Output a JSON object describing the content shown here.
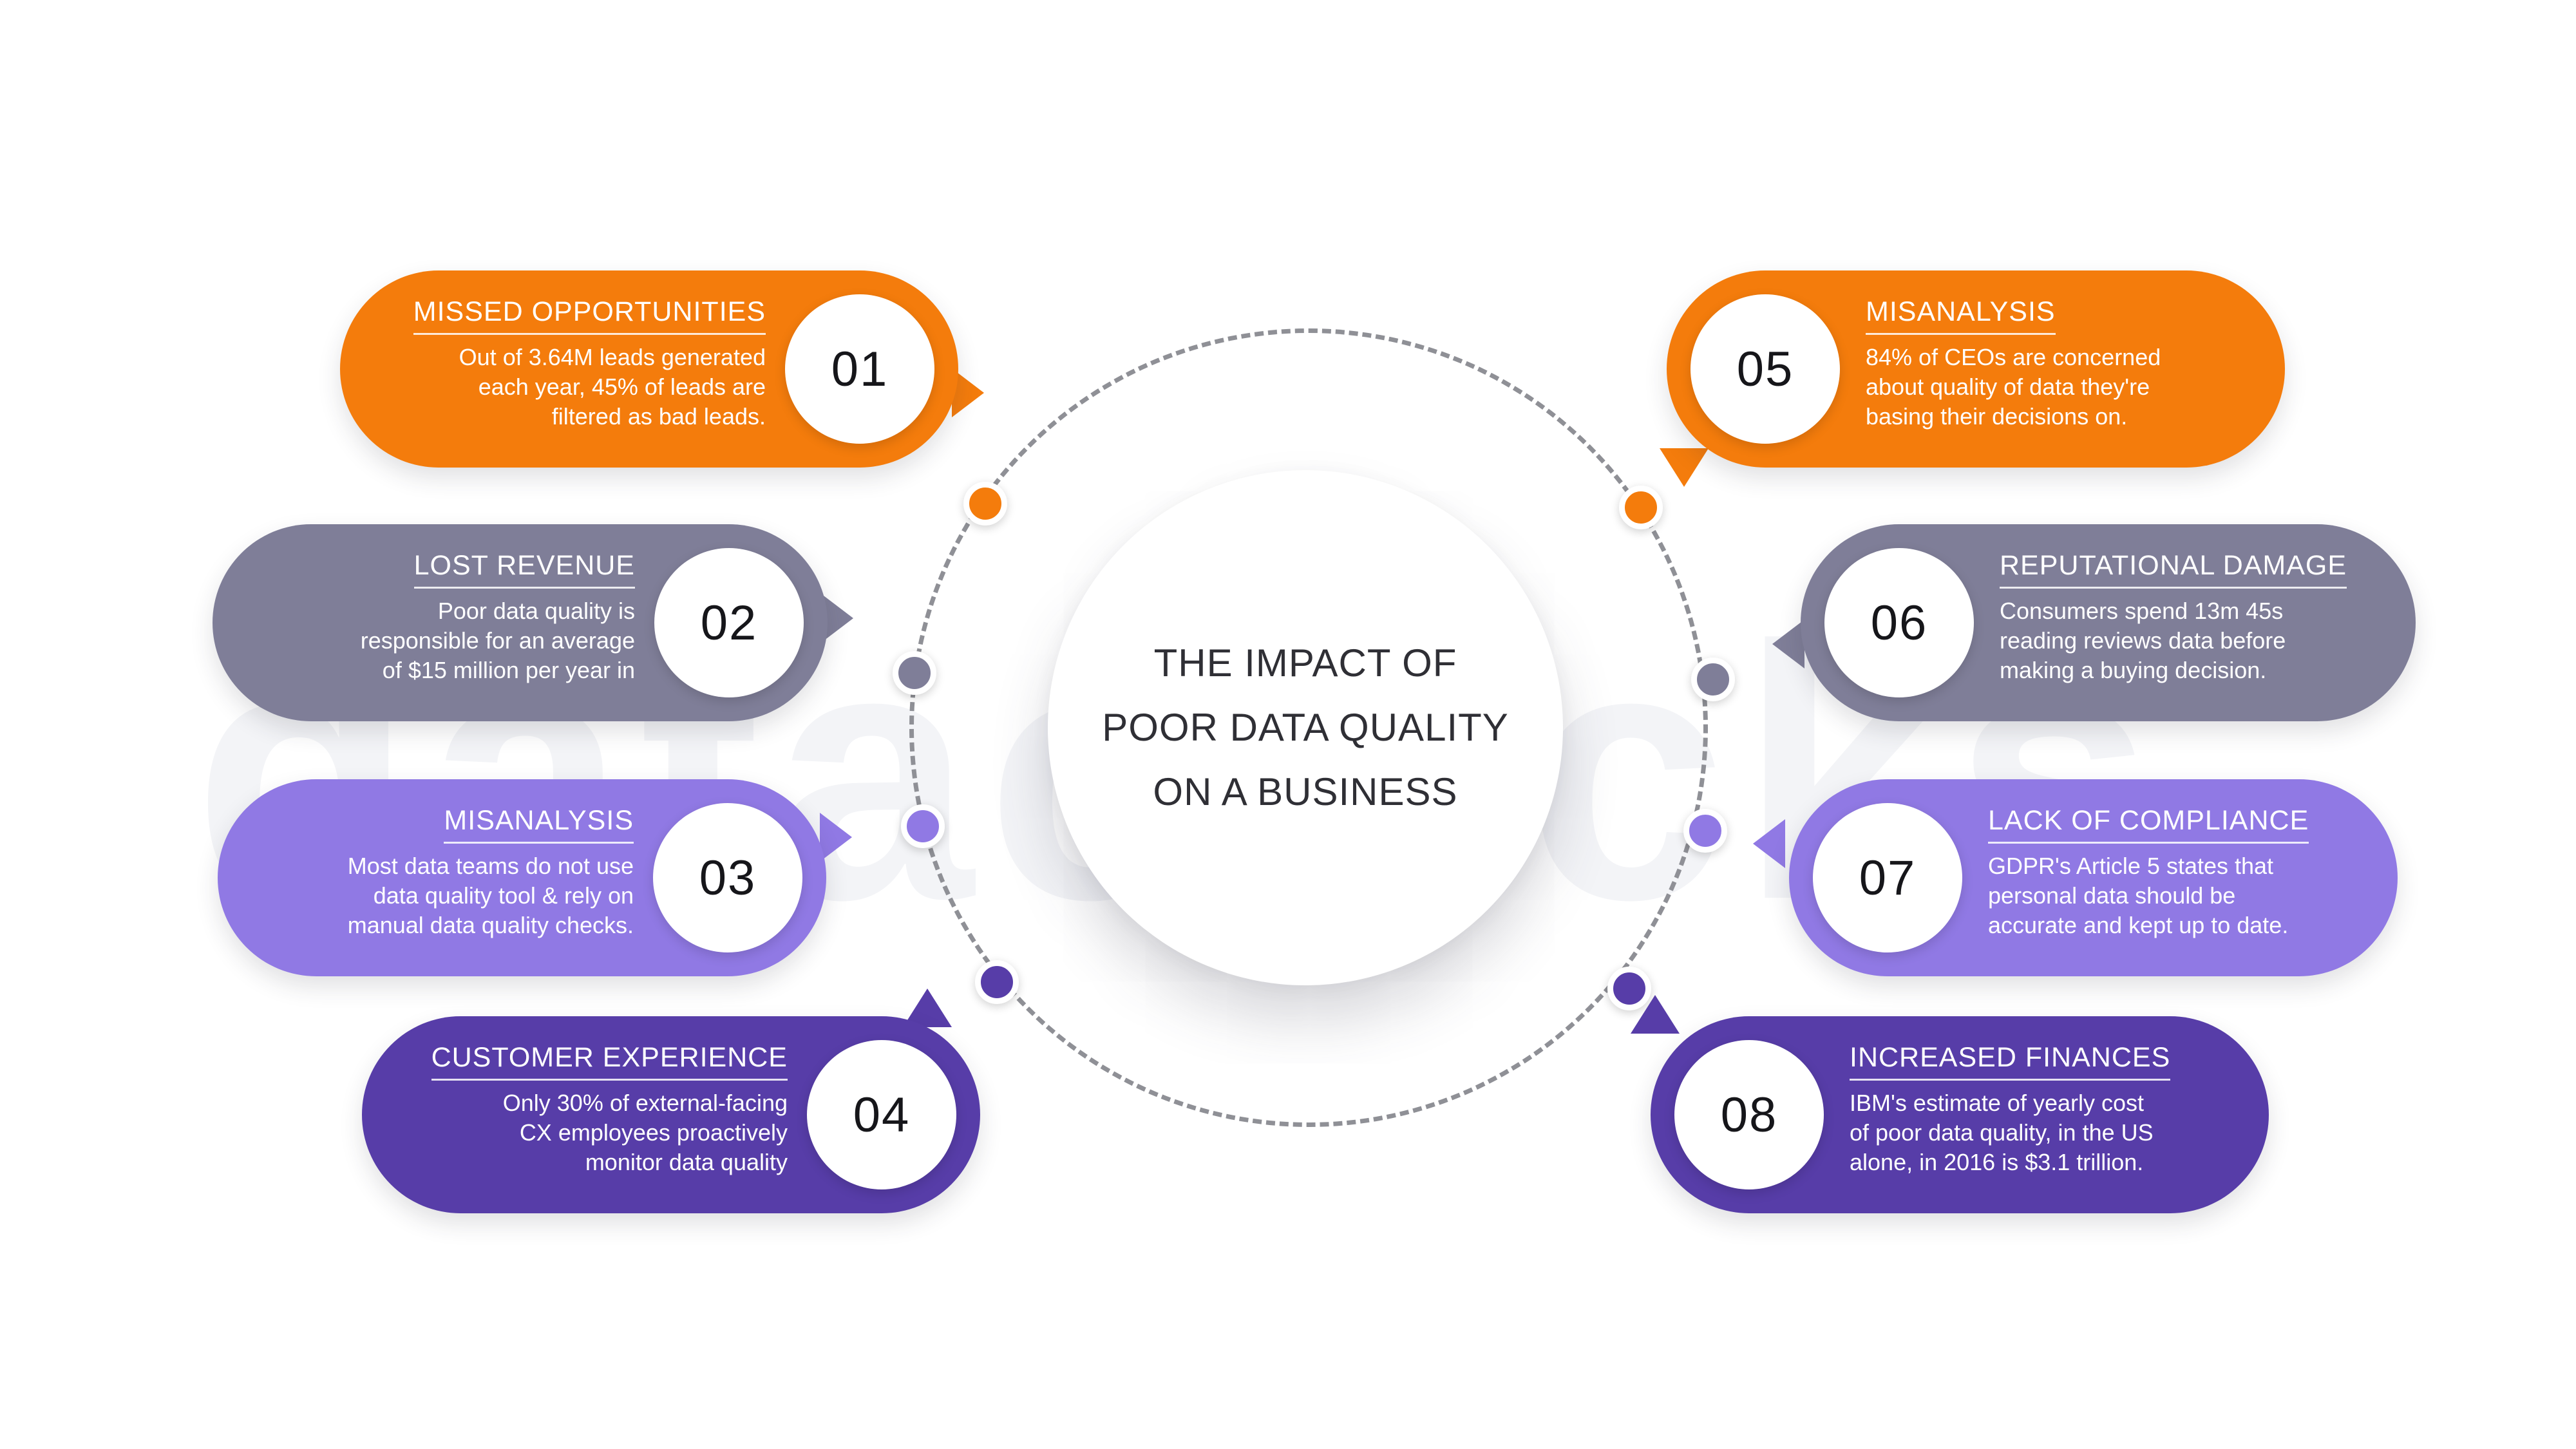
{
  "watermark": "dataclecks",
  "center_title": [
    "THE IMPACT OF",
    "POOR DATA QUALITY",
    "ON A BUSINESS"
  ],
  "colors": {
    "orange": "#f47c0c",
    "gray": "#7f7e98",
    "lavender": "#9079e4",
    "indigo": "#573da8",
    "ring": "#8f9096"
  },
  "items": [
    {
      "number": "01",
      "title": "MISSED OPPORTUNITIES",
      "text": [
        "Out of 3.64M leads generated",
        "each year, 45% of leads are",
        "filtered as bad leads."
      ]
    },
    {
      "number": "02",
      "title": "LOST REVENUE",
      "text": [
        "Poor data quality is",
        "responsible for an average",
        "of $15 million per year in"
      ]
    },
    {
      "number": "03",
      "title": "MISANALYSIS",
      "text": [
        "Most data teams do not use",
        "data quality tool & rely on",
        "manual data quality checks."
      ]
    },
    {
      "number": "04",
      "title": "CUSTOMER EXPERIENCE",
      "text": [
        "Only 30% of external-facing",
        "CX employees proactively",
        "monitor data quality"
      ]
    },
    {
      "number": "05",
      "title": "MISANALYSIS",
      "text": [
        "84% of CEOs are concerned",
        "about quality of data they're",
        "basing their decisions on."
      ]
    },
    {
      "number": "06",
      "title": "REPUTATIONAL DAMAGE",
      "text": [
        "Consumers spend 13m 45s",
        "reading reviews data before",
        "making a buying decision."
      ]
    },
    {
      "number": "07",
      "title": "LACK OF COMPLIANCE",
      "text": [
        "GDPR's Article 5 states that",
        "personal data should be",
        "accurate and kept up to date."
      ]
    },
    {
      "number": "08",
      "title": "INCREASED FINANCES",
      "text": [
        "IBM's estimate of yearly cost",
        "of poor data quality, in the US",
        "alone, in 2016 is $3.1 trillion."
      ]
    }
  ]
}
